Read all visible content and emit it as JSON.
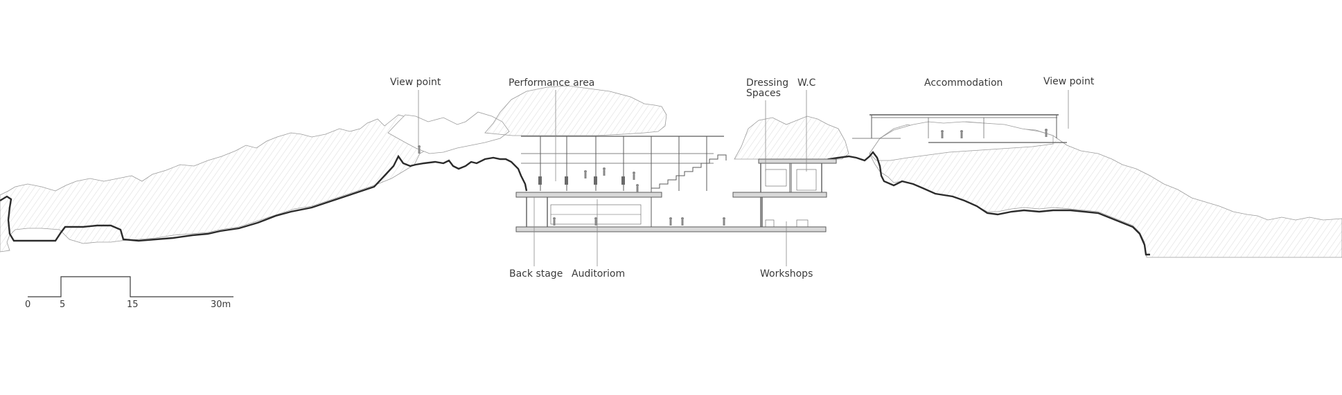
{
  "labels": {
    "view_point_left": "View point",
    "performance_area": "Performance area",
    "dressing_spaces_line1": "Dressing",
    "dressing_spaces_line2": "Spaces",
    "wc": "W.C",
    "accommodation": "Accommodation",
    "view_point_right": "View point",
    "back_stage": "Back stage",
    "auditorium": "Auditoriom",
    "workshops": "Workshops"
  },
  "scale_bar": {
    "ticks": [
      "0",
      "5",
      "15",
      "30m"
    ]
  },
  "colors": {
    "ground_line": "#2b2b2b",
    "rock_stroke": "#9a9a9a",
    "hatch": "#c4c4c4",
    "structure": "#5a5a5a",
    "leader": "#8a8a8a"
  }
}
